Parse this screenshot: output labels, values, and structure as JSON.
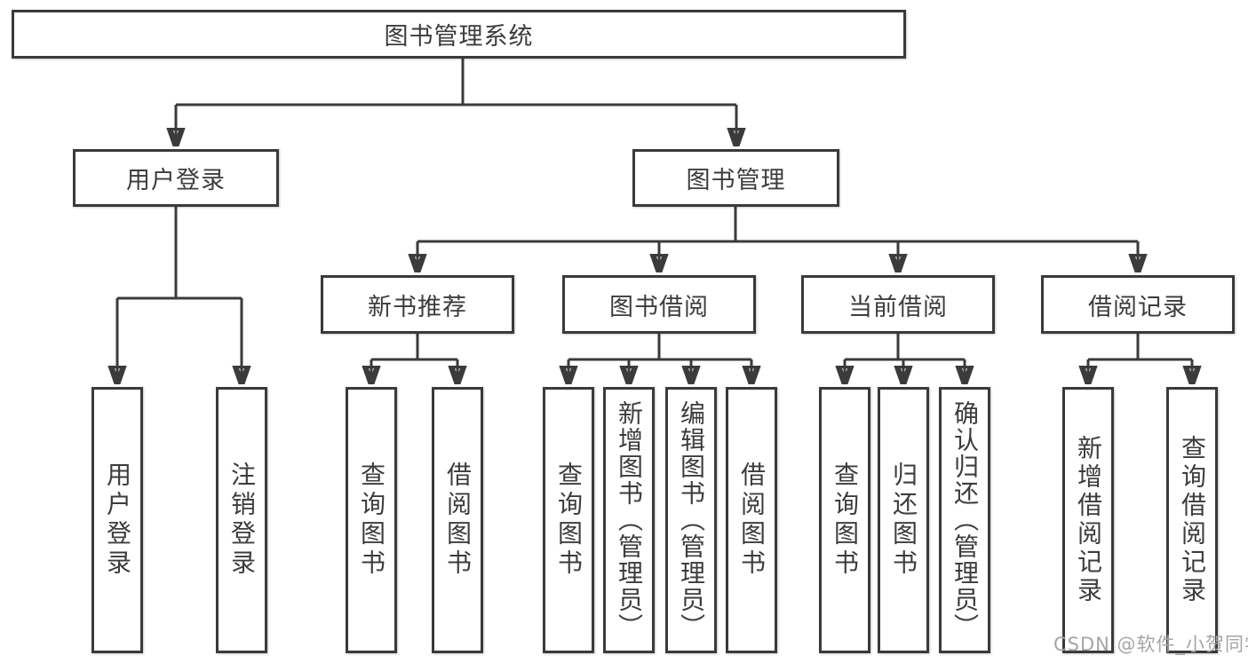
{
  "colors": {
    "line": "#3b3b3b",
    "box_border": "#3a3a3a",
    "box_background": "#ffffff",
    "text": "#3c3c3c",
    "watermark": "#a5a5a5"
  },
  "tree": {
    "root": {
      "label": "图书管理系统",
      "children": [
        {
          "label": "用户登录",
          "children": [
            {
              "label": "用户登录"
            },
            {
              "label": "注销登录"
            }
          ]
        },
        {
          "label": "图书管理",
          "children": [
            {
              "label": "新书推荐",
              "children": [
                {
                  "label": "查询图书"
                },
                {
                  "label": "借阅图书"
                }
              ]
            },
            {
              "label": "图书借阅",
              "children": [
                {
                  "label": "查询图书"
                },
                {
                  "label": "新增图书（管理员）"
                },
                {
                  "label": "编辑图书（管理员）"
                },
                {
                  "label": "借阅图书"
                }
              ]
            },
            {
              "label": "当前借阅",
              "children": [
                {
                  "label": "查询图书"
                },
                {
                  "label": "归还图书"
                },
                {
                  "label": "确认归还（管理员）"
                }
              ]
            },
            {
              "label": "借阅记录",
              "children": [
                {
                  "label": "新增借阅记录"
                },
                {
                  "label": "查询借阅记录"
                }
              ]
            }
          ]
        }
      ]
    }
  },
  "watermark": {
    "text": "CSDN @软件_小贺同学"
  }
}
